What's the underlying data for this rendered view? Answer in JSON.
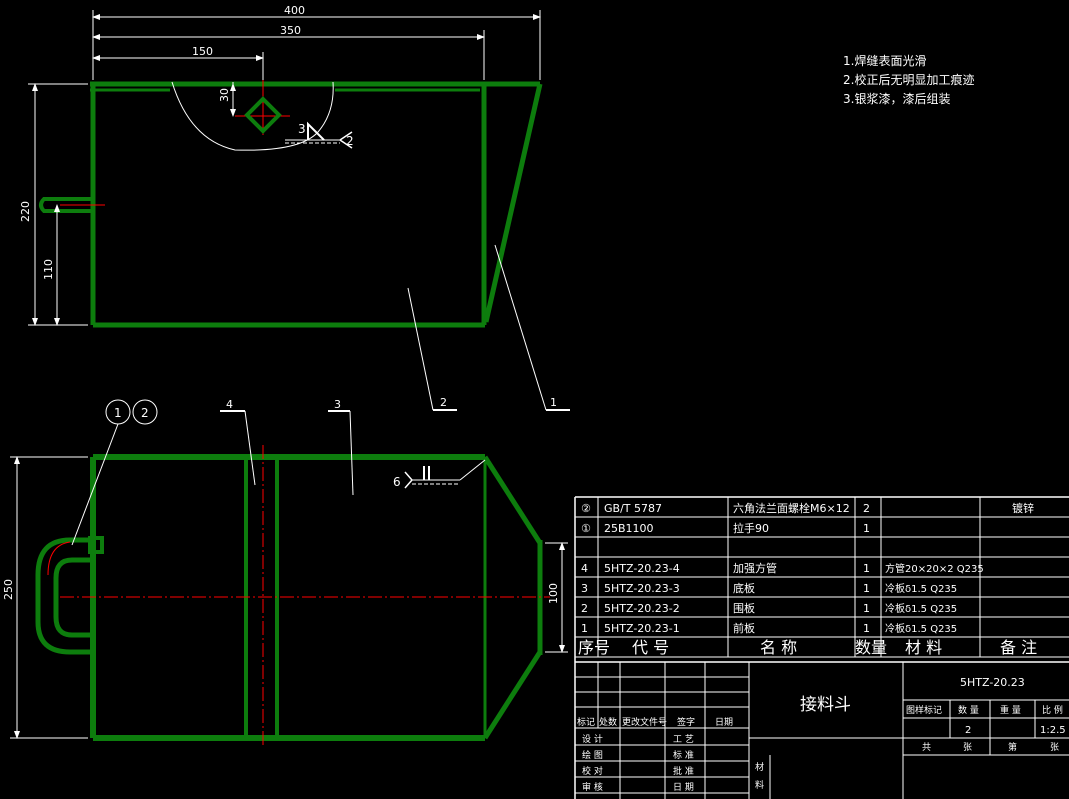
{
  "notes": [
    "1.焊缝表面光滑",
    "2.校正后无明显加工痕迹",
    "3.银浆漆，漆后组装"
  ],
  "dimensions": {
    "overall_width": "400",
    "inner_width": "350",
    "center_offset": "150",
    "top_offset": "30",
    "height_total": "220",
    "handle_height": "110",
    "plan_depth": "250",
    "spout_width": "100"
  },
  "weld_labels": {
    "front_number_a": "3",
    "front_number_b": "2",
    "plan_number": "6"
  },
  "balloons": {
    "b1": "1",
    "b2": "2",
    "b3": "3",
    "b4": "4",
    "callout_1": "1",
    "callout_2": "2"
  },
  "bom": {
    "rows": [
      {
        "seq": "②",
        "code": "GB/T 5787",
        "name": "六角法兰面螺栓M6×12",
        "qty": "2",
        "material": "",
        "remark": "镀锌"
      },
      {
        "seq": "①",
        "code": "25B1100",
        "name": "拉手90",
        "qty": "1",
        "material": "",
        "remark": ""
      },
      {
        "seq": "",
        "code": "",
        "name": "",
        "qty": "",
        "material": "",
        "remark": ""
      },
      {
        "seq": "4",
        "code": "5HTZ-20.23-4",
        "name": "加强方管",
        "qty": "1",
        "material": "方管20×20×2 Q235",
        "remark": ""
      },
      {
        "seq": "3",
        "code": "5HTZ-20.23-3",
        "name": "底板",
        "qty": "1",
        "material": "冷板δ1.5 Q235",
        "remark": ""
      },
      {
        "seq": "2",
        "code": "5HTZ-20.23-2",
        "name": "围板",
        "qty": "1",
        "material": "冷板δ1.5 Q235",
        "remark": ""
      },
      {
        "seq": "1",
        "code": "5HTZ-20.23-1",
        "name": "前板",
        "qty": "1",
        "material": "冷板δ1.5 Q235",
        "remark": ""
      }
    ],
    "header": {
      "seq": "序号",
      "code": "代 号",
      "name": "名 称",
      "qty": "数量",
      "material": "材 料",
      "remark": "备 注"
    }
  },
  "title_block": {
    "part_name": "接料斗",
    "drawing_no": "5HTZ-20.23",
    "stage_label": "图样标记",
    "weight_label": "数 量",
    "mass_label": "重 量",
    "scale_label": "比 例",
    "qty_value": "2",
    "scale_value": "1:2.5",
    "sheets_total": "共",
    "sheet_unit": "张",
    "sheet_no": "第",
    "sheet_unit2": "张",
    "mark": "标记",
    "count": "处数",
    "change_doc": "更改文件号",
    "signature": "签字",
    "date": "日期",
    "design": "设 计",
    "draw": "绘 图",
    "check": "校 对",
    "review": "审 核",
    "process": "工 艺",
    "standard": "标 准",
    "approve": "批 准",
    "date2": "日 期",
    "material_label": "材",
    "material_label2": "料"
  },
  "colors": {
    "part": "#0d7d0d",
    "dim": "#ffffff",
    "center": "#ff0000",
    "background": "#000000"
  }
}
